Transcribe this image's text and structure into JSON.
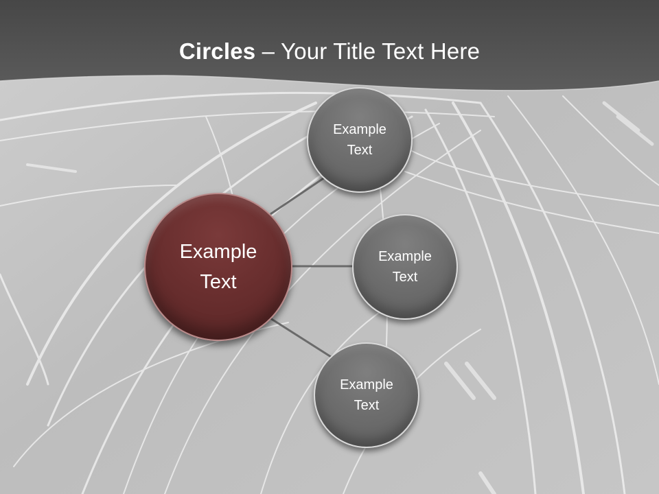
{
  "title": {
    "bold": "Circles",
    "rest": " – Your Title Text Here"
  },
  "colors": {
    "header": "#505050",
    "main_circle": "#6b2f2f",
    "satellite_circle": "#6e6e6e",
    "connector": "#6a6a6a"
  },
  "diagram": {
    "center": {
      "line1": "Example",
      "line2": "Text"
    },
    "satellites": [
      {
        "line1": "Example",
        "line2": "Text"
      },
      {
        "line1": "Example",
        "line2": "Text"
      },
      {
        "line1": "Example",
        "line2": "Text"
      }
    ]
  }
}
